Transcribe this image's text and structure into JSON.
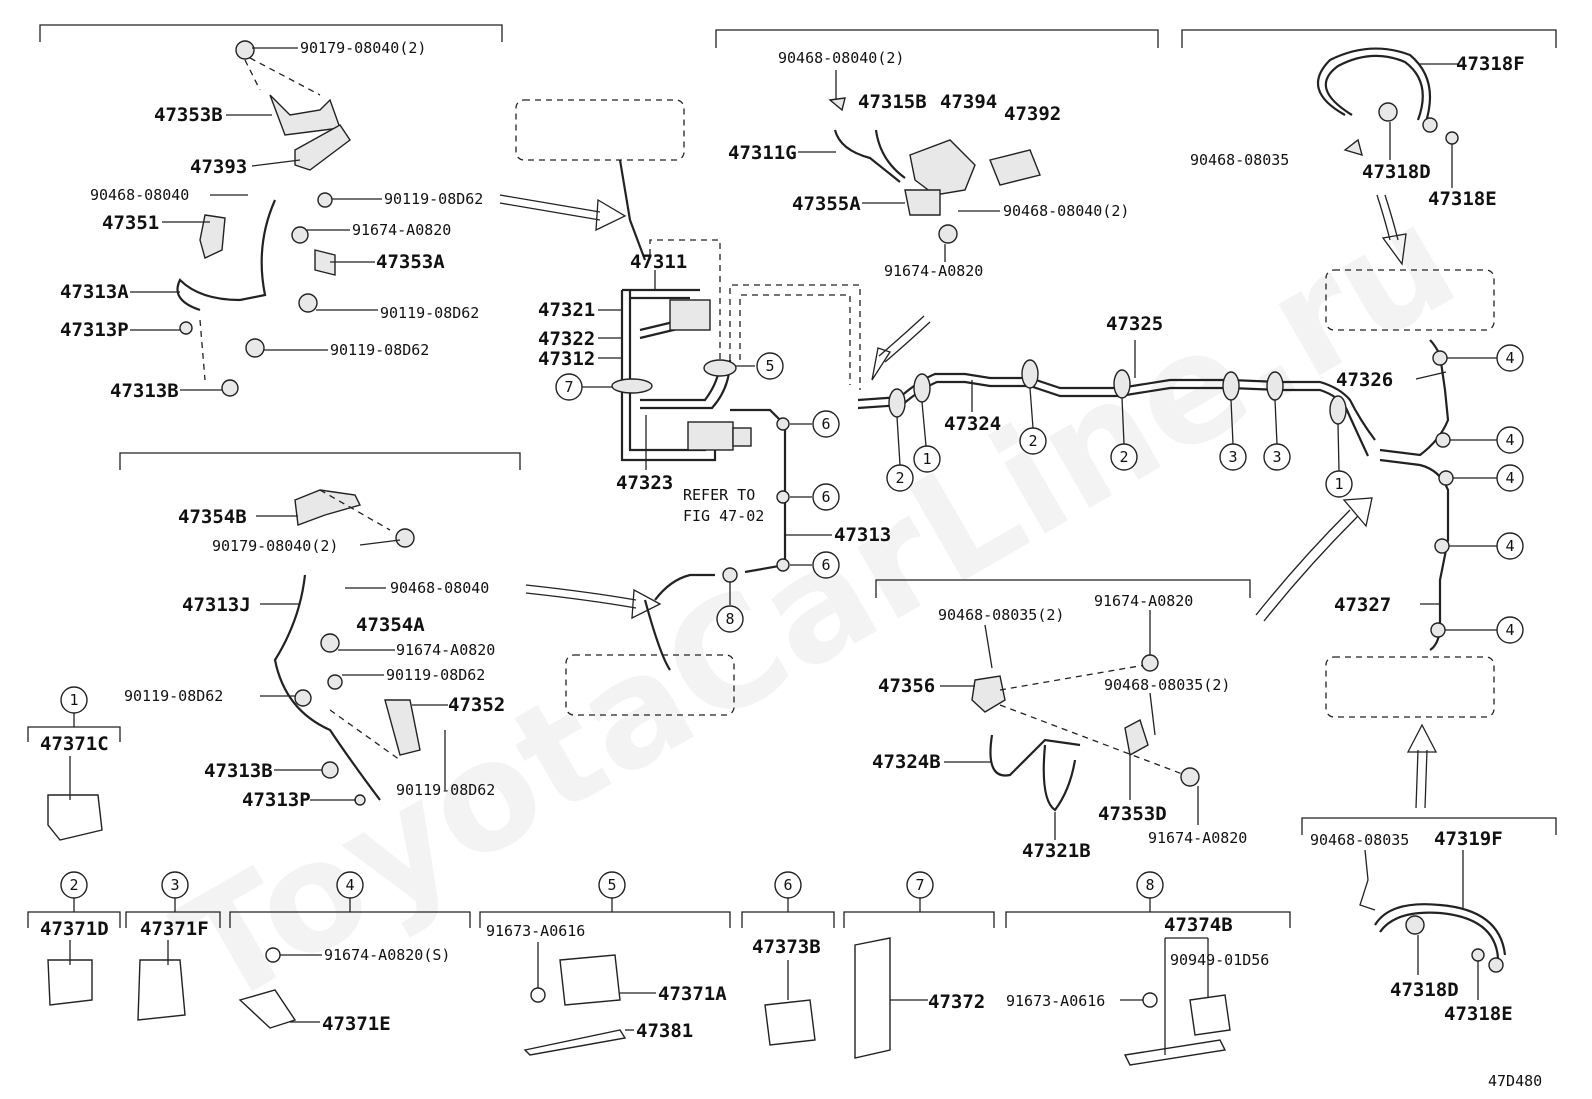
{
  "watermark": "ToyotaCarLine.ru",
  "figure_id": "47D480",
  "refer_note": {
    "line1": "REFER TO",
    "line2": "FIG 47-02"
  },
  "labels": {
    "p90179_08040_top": "90179-08040(2)",
    "p47353B": "47353B",
    "p47393": "47393",
    "p90468_08040_a": "90468-08040",
    "p90119_08D62_a": "90119-08D62",
    "p47351": "47351",
    "p91674_A0820_a": "91674-A0820",
    "p47353A": "47353A",
    "p47313A": "47313A",
    "p90119_08D62_b": "90119-08D62",
    "p47313P_a": "47313P",
    "p90119_08D62_c": "90119-08D62",
    "p47313B_a": "47313B",
    "p47311": "47311",
    "p47321": "47321",
    "p47322": "47322",
    "p47312": "47312",
    "p47323": "47323",
    "p47313": "47313",
    "p90468_08040_2_b": "90468-08040(2)",
    "p47315B": "47315B",
    "p47394": "47394",
    "p47392": "47392",
    "p47311G": "47311G",
    "p47355A": "47355A",
    "p90468_08040_2_c": "90468-08040(2)",
    "p91674_A0820_b": "91674-A0820",
    "p47325": "47325",
    "p47324": "47324",
    "p47318F": "47318F",
    "p90468_08035_a": "90468-08035",
    "p47318D_a": "47318D",
    "p47318E_a": "47318E",
    "p47326": "47326",
    "p47327": "47327",
    "p47354B": "47354B",
    "p90179_08040_2_b": "90179-08040(2)",
    "p47313J": "47313J",
    "p90468_08040_d": "90468-08040",
    "p47354A": "47354A",
    "p91674_A0820_c": "91674-A0820",
    "p90119_08D62_d": "90119-08D62",
    "p90119_08D62_e": "90119-08D62",
    "p47352": "47352",
    "p47313B_b": "47313B",
    "p90119_08D62_f": "90119-08D62",
    "p47313P_b": "47313P",
    "p90468_08035_2_b": "90468-08035(2)",
    "p91674_A0820_d": "91674-A0820",
    "p47356": "47356",
    "p90468_08035_2_c": "90468-08035(2)",
    "p47324B": "47324B",
    "p47353D": "47353D",
    "p47321B": "47321B",
    "p91674_A0820_e": "91674-A0820",
    "p90468_08035_d": "90468-08035",
    "p47319F": "47319F",
    "p47318D_b": "47318D",
    "p47318E_b": "47318E"
  },
  "legend_items": [
    {
      "num": "1",
      "part": "47371C"
    },
    {
      "num": "2",
      "part": "47371D"
    },
    {
      "num": "3",
      "part": "47371F"
    },
    {
      "num": "4",
      "part": "47371E",
      "bolt": "91674-A0820(S)"
    },
    {
      "num": "5",
      "part": "47371A",
      "bolt": "91673-A0616",
      "bracket": "47381"
    },
    {
      "num": "6",
      "part": "47373B"
    },
    {
      "num": "7",
      "part": "47372"
    },
    {
      "num": "8",
      "part": "47374B",
      "bolt": "91673-A0616",
      "clip": "90949-01D56"
    }
  ],
  "callouts": {
    "c5": "5",
    "c6a": "6",
    "c6b": "6",
    "c6c": "6",
    "c7": "7",
    "c8": "8",
    "c2a": "2",
    "c1a": "1",
    "c2b": "2",
    "c2c": "2",
    "c3a": "3",
    "c3b": "3",
    "c1b": "1",
    "c4a": "4",
    "c4b": "4",
    "c4c": "4",
    "c4d": "4",
    "c4e": "4"
  }
}
